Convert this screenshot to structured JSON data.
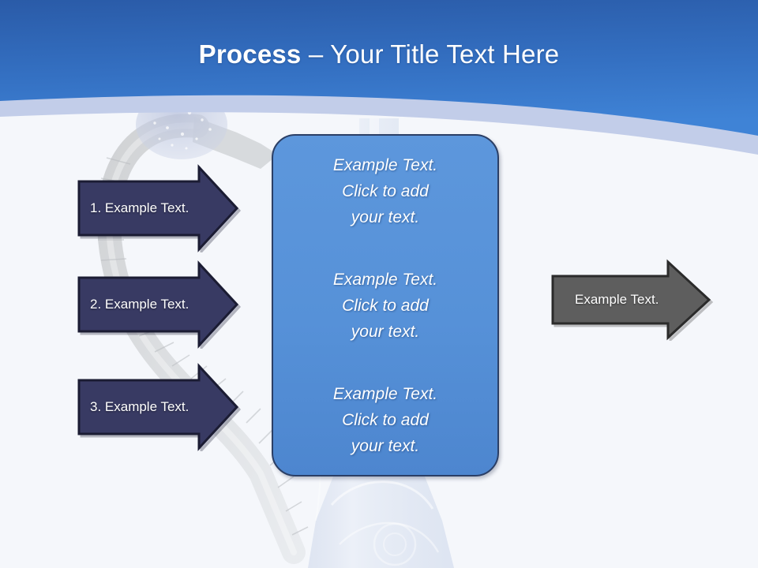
{
  "slide": {
    "title_strong": "Process",
    "title_rest": " – Your Title Text Here",
    "background_color": "#f5f7fb",
    "header_gradient_top": "#2a5ba8",
    "header_gradient_bottom": "#3d7fd4",
    "header_band_color": "#c2cde9"
  },
  "steps": [
    {
      "label": "1. Example Text."
    },
    {
      "label": "2. Example Text."
    },
    {
      "label": "3. Example Text."
    }
  ],
  "center_panel": {
    "fill_color": "#5691d8",
    "border_color": "#2b3f66",
    "blocks": [
      {
        "text": "Example Text.\nClick  to add\nyour text."
      },
      {
        "text": "Example Text.\nClick  to add\nyour text."
      },
      {
        "text": "Example Text.\nClick  to add\nyour text."
      }
    ]
  },
  "result": {
    "label": "Example Text.",
    "fill_color": "#5e5e5e",
    "border_color": "#2b2b2b"
  },
  "arrow_colors": {
    "step_fill": "#383a63",
    "step_border": "#1b1c33"
  }
}
